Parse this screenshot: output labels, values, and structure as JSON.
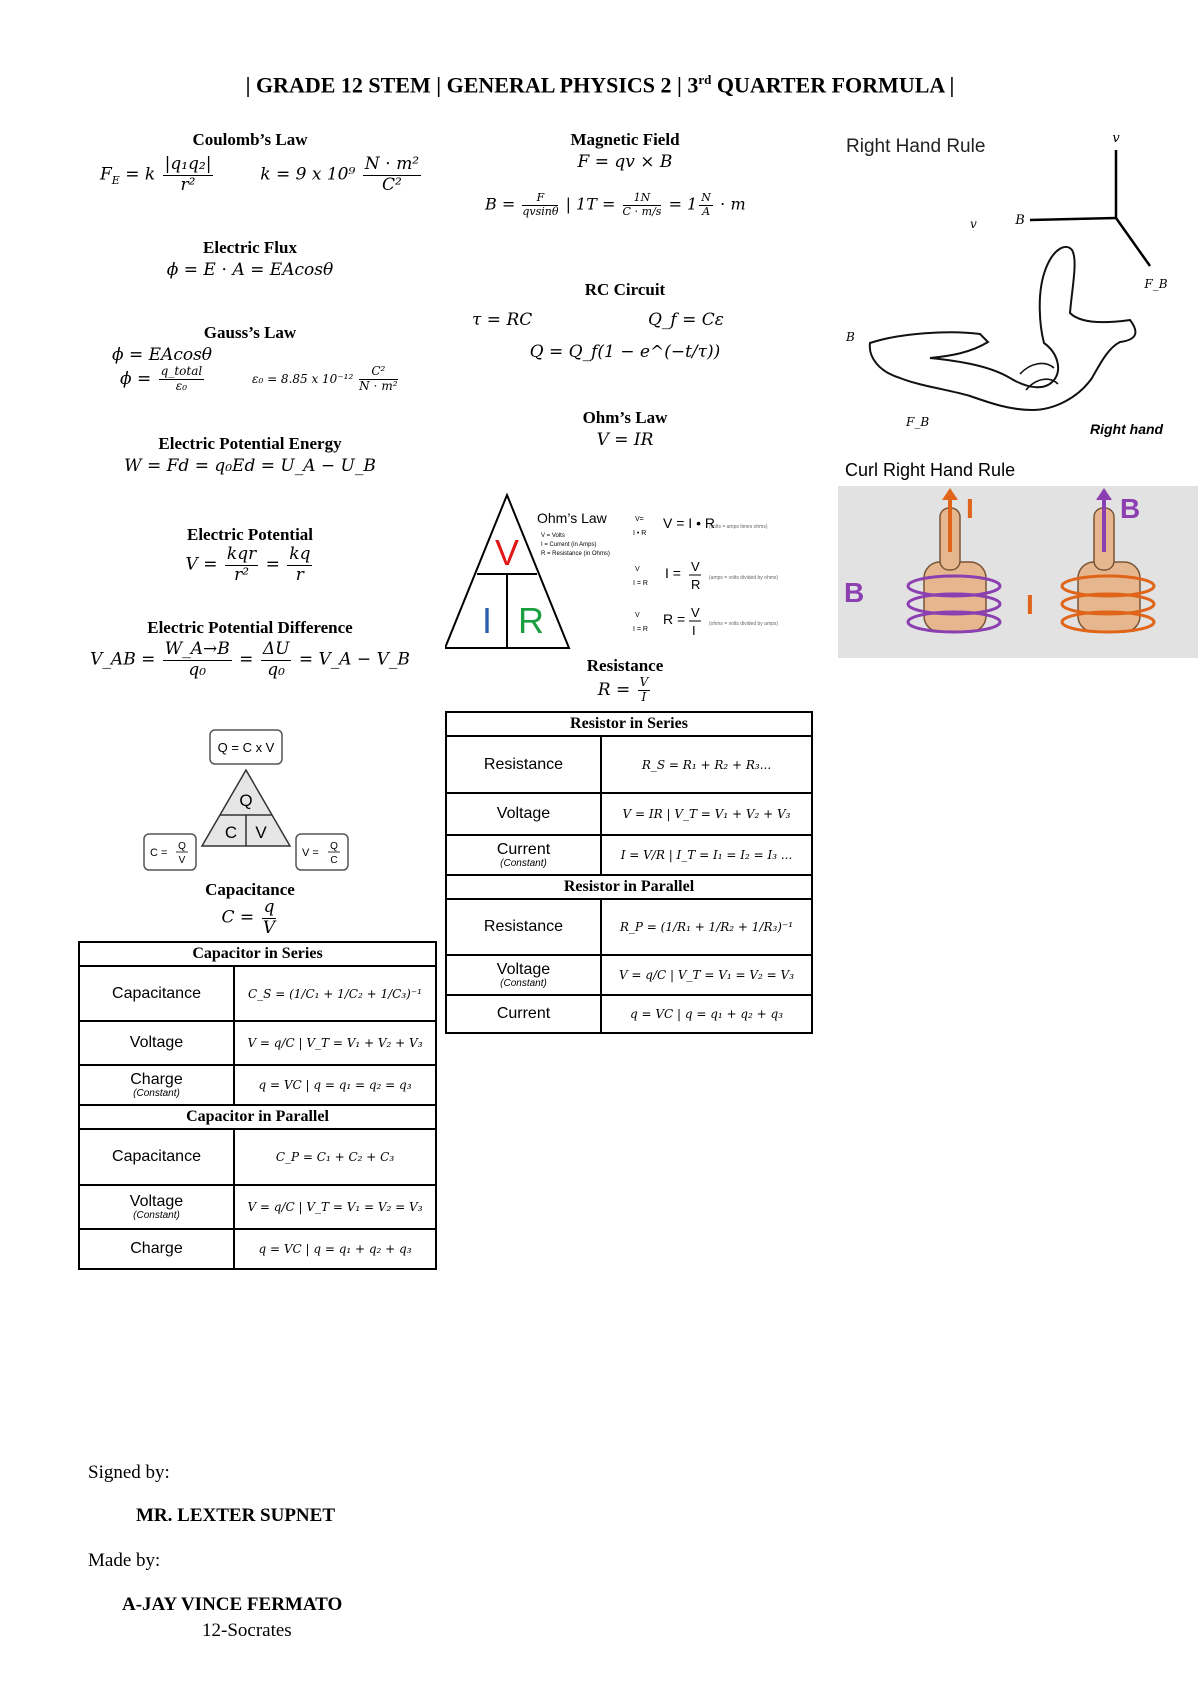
{
  "header": {
    "title_pre": "| GRADE 12 STEM | GENERAL PHYSICS 2 | 3",
    "title_sup": "rd",
    "title_post": " QUARTER FORMULA |"
  },
  "coulomb": {
    "title": "Coulomb’s Law",
    "lhs": "F",
    "lhs_sub": "E",
    "eq": " = k",
    "num": "|q₁q₂|",
    "den": "r²",
    "k_eq": "k = 9 x 10⁹",
    "k_num": "N ⋅ m²",
    "k_den": "C²"
  },
  "flux": {
    "title": "Electric Flux",
    "formula": "ϕ = E ⋅ A = EAcosθ"
  },
  "gauss": {
    "title": "Gauss’s Law",
    "line1": "ϕ = EAcosθ",
    "line2_lhs": "ϕ =",
    "line2_num": "q_total",
    "line2_den": "ε₀",
    "eps": "ε₀ = 8.85 x 10⁻¹²",
    "eps_num": "C²",
    "eps_den": "N ⋅ m²"
  },
  "pe": {
    "title": "Electric Potential Energy",
    "formula": "W = Fd = q₀Ed = U_A − U_B"
  },
  "potential": {
    "title": "Electric Potential",
    "lhs": "V =",
    "num1": "kqr",
    "den1": "r²",
    "eq": "=",
    "num2": "kq",
    "den2": "r"
  },
  "pd": {
    "title": "Electric Potential Difference",
    "lhs": "V_AB =",
    "num1": "W_A→B",
    "den1": "q₀",
    "eq": "=",
    "num2": "ΔU",
    "den2": "q₀",
    "rhs": "= V_A − V_B"
  },
  "cap_triangle": {
    "top_box": "Q = C x V",
    "left_box_lhs": "C =",
    "left_box_num": "Q",
    "left_box_den": "V",
    "right_box_lhs": "V =",
    "right_box_num": "Q",
    "right_box_den": "C",
    "q": "Q",
    "c": "C",
    "v": "V"
  },
  "capacitance": {
    "title": "Capacitance",
    "lhs": "C =",
    "num": "q",
    "den": "V"
  },
  "cap_series": {
    "title": "Capacitor in Series",
    "rows": [
      {
        "label": "Capacitance",
        "const": "",
        "formula": "C_S = (1/C₁ + 1/C₂ + 1/C₃)⁻¹"
      },
      {
        "label": "Voltage",
        "const": "",
        "formula": "V = q/C | V_T = V₁ + V₂ + V₃"
      },
      {
        "label": "Charge",
        "const": "(Constant)",
        "formula": "q = VC | q = q₁ = q₂ = q₃"
      }
    ]
  },
  "cap_parallel": {
    "title": "Capacitor in Parallel",
    "rows": [
      {
        "label": "Capacitance",
        "const": "",
        "formula": "C_P = C₁ + C₂ + C₃"
      },
      {
        "label": "Voltage",
        "const": "(Constant)",
        "formula": "V = q/C | V_T = V₁ = V₂ = V₃"
      },
      {
        "label": "Charge",
        "const": "",
        "formula": "q = VC | q = q₁ + q₂ + q₃"
      }
    ]
  },
  "magnetic": {
    "title": "Magnetic Field",
    "formula": "F = qv × B",
    "b_lhs": "B =",
    "b_num": "F",
    "b_den": "qvsinθ",
    "t_part": "| 1T =",
    "t_num": "1N",
    "t_den": "C ⋅ m/s",
    "t_eq": "= 1",
    "t_num2": "N",
    "t_den2": "A",
    "t_end": "⋅ m"
  },
  "rc": {
    "title": "RC Circuit",
    "tau": "τ = RC",
    "qf": "Q_f = Cε",
    "q": "Q = Q_f(1 − e^(−t/τ))"
  },
  "ohm": {
    "title": "Ohm’s Law",
    "formula": "V = IR"
  },
  "ohm_triangle": {
    "title": "Ohm’s Law",
    "v": "V",
    "i": "I",
    "r": "R",
    "key": [
      "V = Volts",
      "I = Current (in Amps)",
      "R = Resistance (in Ohms)"
    ],
    "eq1": "V = I • R",
    "eq2_lhs": "I =",
    "eq2_num": "V",
    "eq2_den": "R",
    "eq3_lhs": "R =",
    "eq3_num": "V",
    "eq3_den": "I",
    "note1": "(volts = amps times ohms)",
    "note2": "(amps = volts divided by ohms)",
    "note3": "(ohms = volts divided by amps)",
    "mini1a": "V=",
    "mini1b": "I • R",
    "mini2a": "V",
    "mini2b": "I = R",
    "mini3a": "V",
    "mini3b": "I = R"
  },
  "resistance": {
    "title": "Resistance",
    "lhs": "R =",
    "num": "V",
    "den": "I"
  },
  "res_series": {
    "title": "Resistor in Series",
    "rows": [
      {
        "label": "Resistance",
        "const": "",
        "formula": "R_S = R₁ + R₂ + R₃..."
      },
      {
        "label": "Voltage",
        "const": "",
        "formula": "V = IR | V_T = V₁ + V₂ + V₃"
      },
      {
        "label": "Current",
        "const": "(Constant)",
        "formula": "I = V/R | I_T = I₁ = I₂ = I₃ ..."
      }
    ]
  },
  "res_parallel": {
    "title": "Resistor in Parallel",
    "rows": [
      {
        "label": "Resistance",
        "const": "",
        "formula": "R_P = (1/R₁ + 1/R₂ + 1/R₃)⁻¹"
      },
      {
        "label": "Voltage",
        "const": "(Constant)",
        "formula": "V = q/C | V_T = V₁ = V₂ = V₃"
      },
      {
        "label": "Current",
        "const": "",
        "formula": "q = VC | q = q₁ + q₂ + q₃"
      }
    ]
  },
  "rhr": {
    "title": "Right Hand Rule",
    "v": "v",
    "b": "B",
    "fb": "F_B",
    "hand": "Right hand"
  },
  "curl": {
    "title": "Curl Right Hand Rule",
    "i": "I",
    "b": "B"
  },
  "signature": {
    "signed_label": "Signed by:",
    "signer": "MR. LEXTER SUPNET",
    "made_label": "Made by:",
    "maker": "A-JAY VINCE FERMATO",
    "section": "12-Socrates"
  }
}
